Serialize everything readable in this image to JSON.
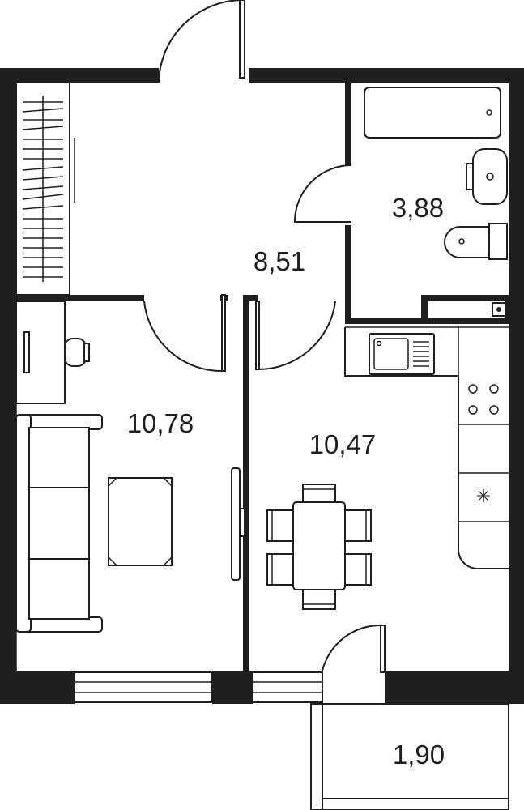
{
  "rooms": {
    "hallway": {
      "area": "8,51"
    },
    "bathroom": {
      "area": "3,88"
    },
    "living_room": {
      "area": "10,78"
    },
    "kitchen": {
      "area": "10,47"
    },
    "balcony": {
      "area": "1,90"
    }
  },
  "icons": {
    "freezer_glyph": "✳"
  },
  "colors": {
    "wall": "#1f1f1f",
    "background": "#ffffff"
  }
}
